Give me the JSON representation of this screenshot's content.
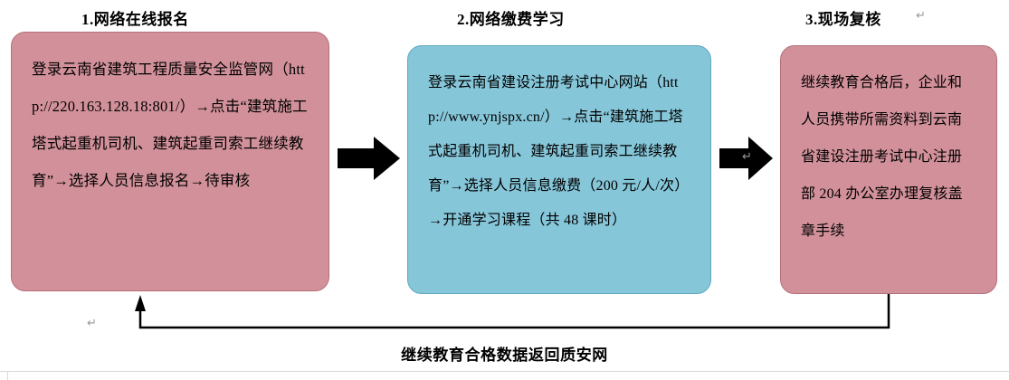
{
  "diagram": {
    "type": "flowchart",
    "steps": [
      {
        "number": "1",
        "title": "1.网络在线报名",
        "body": "登录云南省建筑工程质量安全监管网（http://220.163.128.18:801/）→点击“建筑施工塔式起重机司机、建筑起重司索工继续教育”→选择人员信息报名→待审核",
        "color": "#d2919a"
      },
      {
        "number": "2",
        "title": "2.网络缴费学习",
        "body": "登录云南省建设注册考试中心网站（http://www.ynjspx.cn/）→点击“建筑施工塔式起重机司机、建筑起重司索工继续教育”→选择人员信息缴费（200 元/人/次）→开通学习课程（共 48 课时）",
        "color": "#86c6d9"
      },
      {
        "number": "3",
        "title": "3.现场复核",
        "body": "继续教育合格后，企业和人员携带所需资料到云南省建设注册考试中心注册部 204 办公室办理复核盖章手续",
        "color": "#d2919a"
      }
    ],
    "connectors": [
      {
        "name": "arrow-step1-to-step2",
        "kind": "block-arrow",
        "direction": "right"
      },
      {
        "name": "arrow-step2-to-step3",
        "kind": "block-arrow",
        "direction": "right"
      },
      {
        "name": "feedback-loop",
        "kind": "line-arrow",
        "direction": "up-left"
      }
    ],
    "caption": "继续教育合格数据返回质安网",
    "marks": {
      "pilcrow": "↵"
    }
  }
}
